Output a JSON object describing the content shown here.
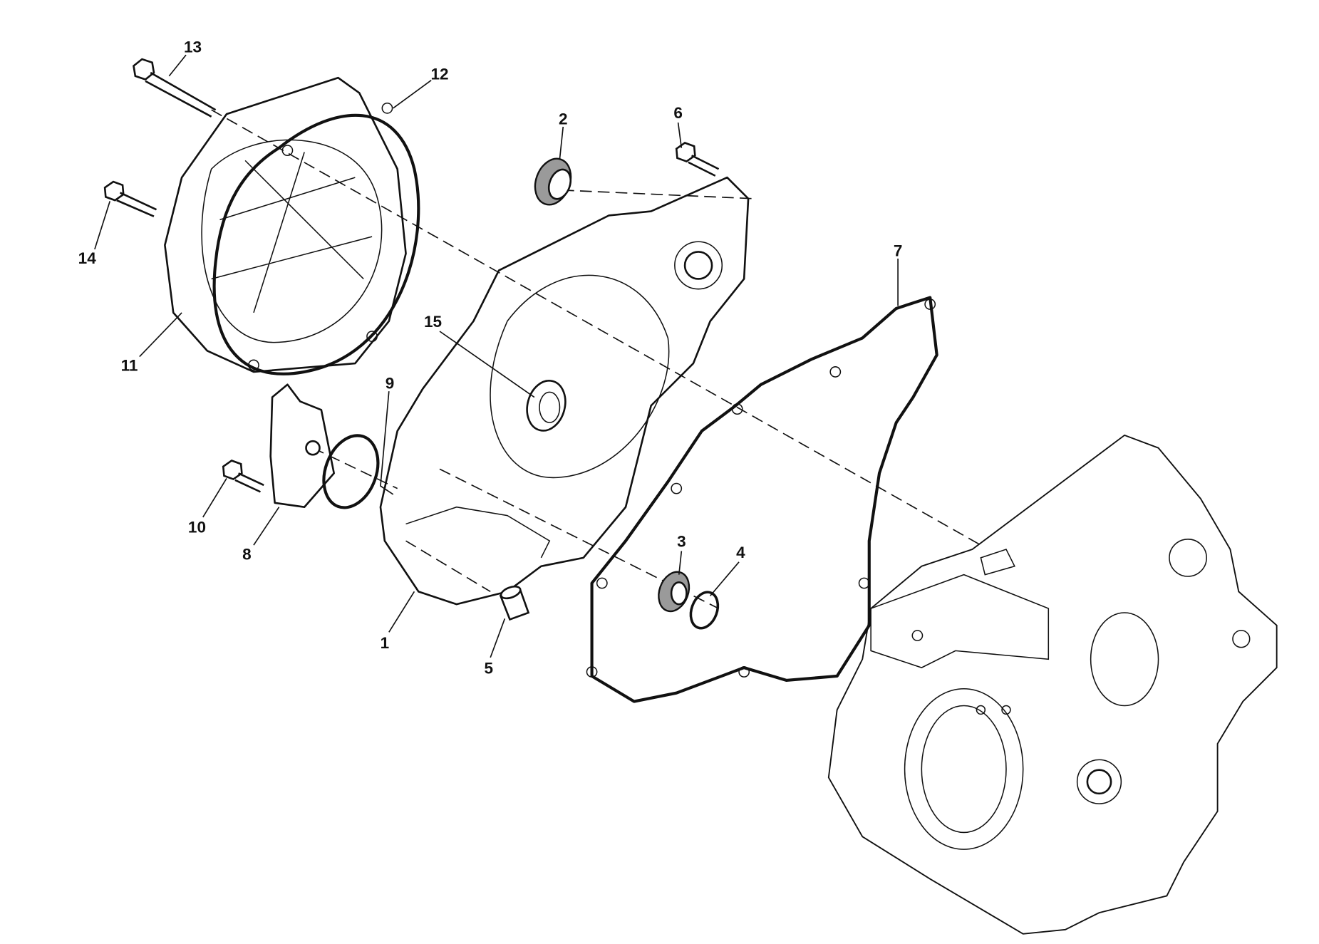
{
  "diagram": {
    "type": "exploded-parts-diagram",
    "callouts": [
      {
        "id": "1",
        "label": "1"
      },
      {
        "id": "2",
        "label": "2"
      },
      {
        "id": "3",
        "label": "3"
      },
      {
        "id": "4",
        "label": "4"
      },
      {
        "id": "5",
        "label": "5"
      },
      {
        "id": "6",
        "label": "6"
      },
      {
        "id": "7",
        "label": "7"
      },
      {
        "id": "8",
        "label": "8"
      },
      {
        "id": "9",
        "label": "9"
      },
      {
        "id": "10",
        "label": "10"
      },
      {
        "id": "11",
        "label": "11"
      },
      {
        "id": "12",
        "label": "12"
      },
      {
        "id": "13",
        "label": "13"
      },
      {
        "id": "14",
        "label": "14"
      },
      {
        "id": "15",
        "label": "15"
      }
    ]
  }
}
